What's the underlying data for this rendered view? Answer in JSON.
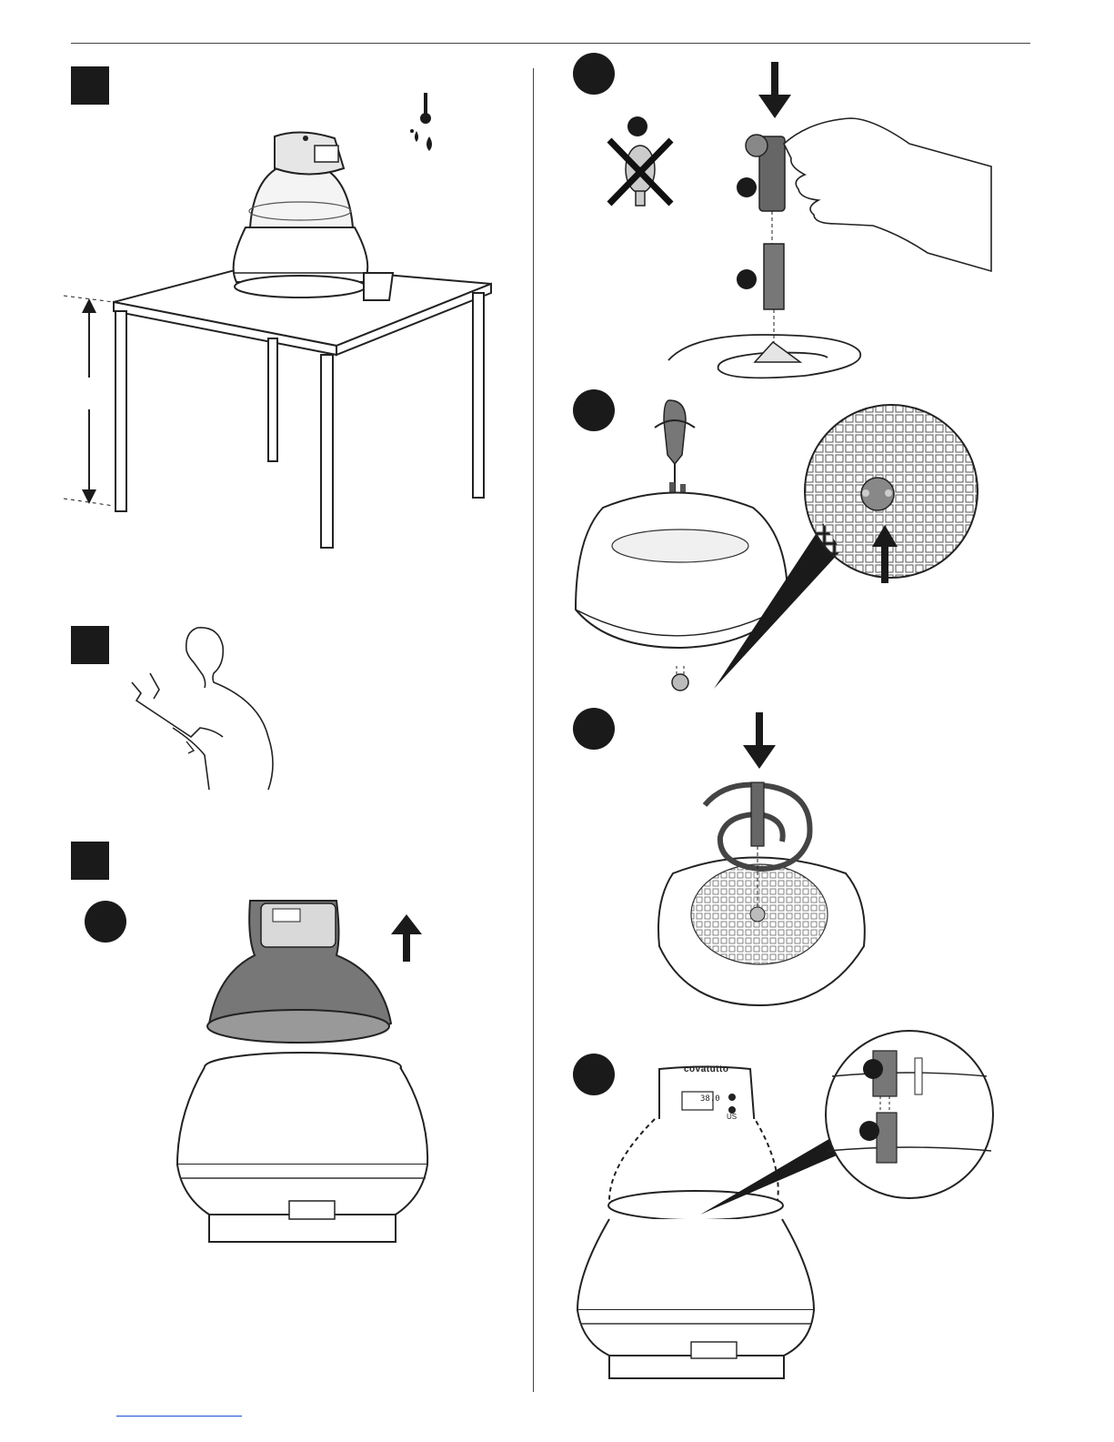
{
  "page": {
    "steps_left": [
      "step-1",
      "step-2",
      "step-3"
    ],
    "steps_right": [
      "step-a",
      "step-b",
      "step-c",
      "step-d",
      "step-e"
    ]
  },
  "device": {
    "brand_text": "covatutto",
    "display_text": "38.0",
    "button_caption": "US"
  },
  "colors": {
    "ink": "#1a1a1a",
    "line": "#333333",
    "lid_gray": "#777777",
    "light_gray": "#bdbdbd",
    "footer_link": "#1a4fd6"
  }
}
